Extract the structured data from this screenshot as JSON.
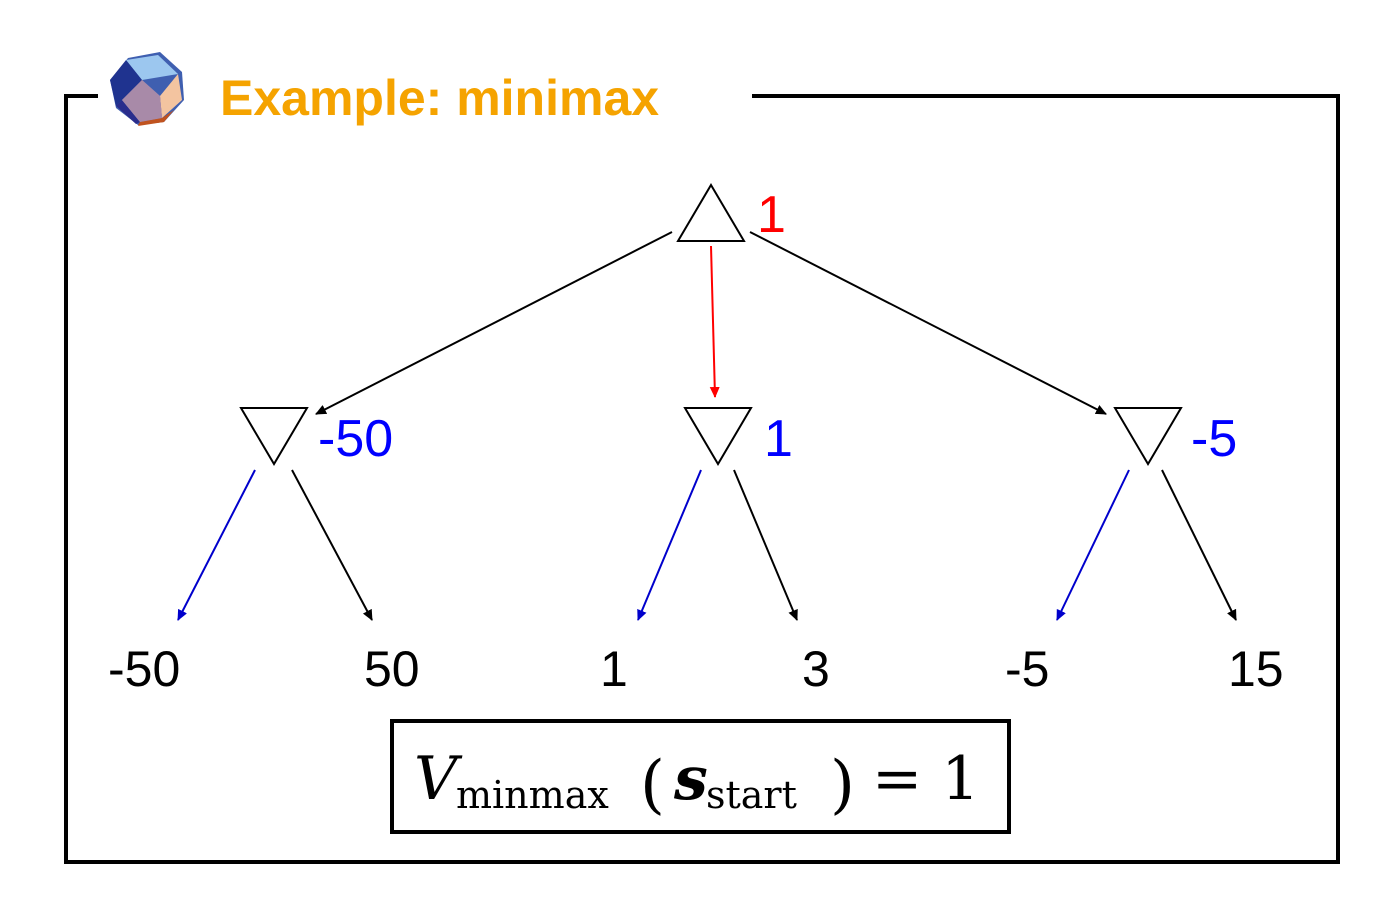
{
  "title": "Example: minimax",
  "colors": {
    "title": "#f5a300",
    "max_value": "#ff0000",
    "min_value": "#0000ff",
    "max_edge": "#ff0000",
    "min_edge": "#0000cc",
    "edge": "#000000"
  },
  "icon": "dodecahedron-icon",
  "tree": {
    "root": {
      "type": "max",
      "value": "1"
    },
    "min_nodes": [
      {
        "type": "min",
        "value": "-50",
        "leaves": [
          "-50",
          "50"
        ],
        "chosen_leaf": 0
      },
      {
        "type": "min",
        "value": "1",
        "leaves": [
          "1",
          "3"
        ],
        "chosen_leaf": 0
      },
      {
        "type": "min",
        "value": "-5",
        "leaves": [
          "-5",
          "15"
        ],
        "chosen_leaf": 0
      }
    ],
    "chosen_child": 1
  },
  "formula": {
    "lhs": "V",
    "subscript": "minmax",
    "arg": "s",
    "arg_subscript": "start",
    "rhs": "= 1"
  }
}
